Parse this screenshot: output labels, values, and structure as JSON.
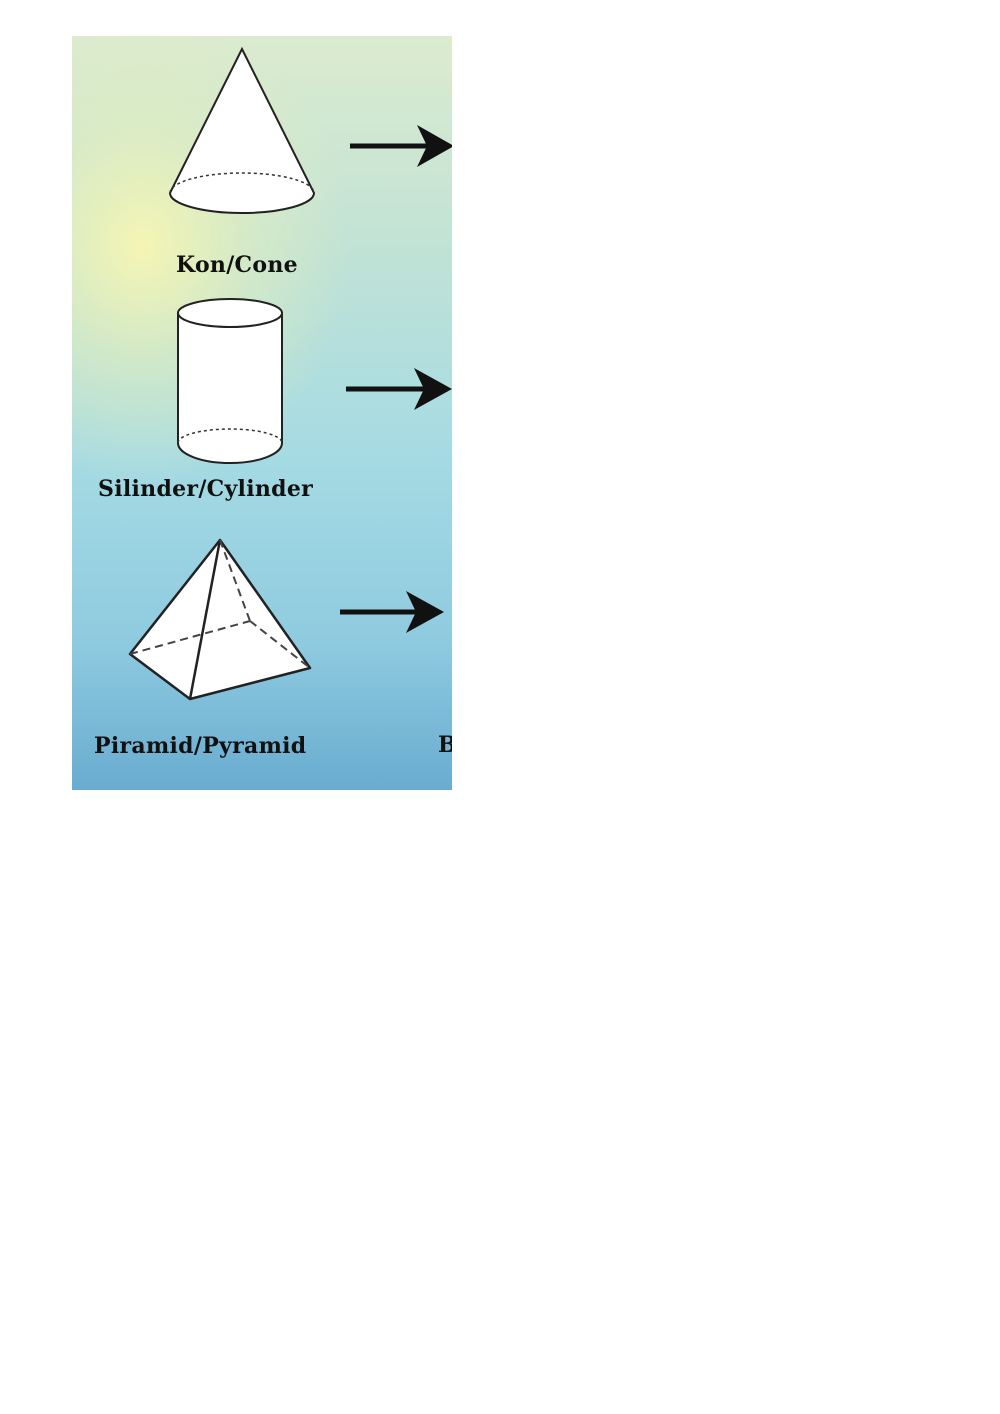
{
  "shapes": [
    {
      "id": "cone",
      "label": "Kon/Cone",
      "icon": "cone-icon"
    },
    {
      "id": "cylinder",
      "label": "Silinder/Cylinder",
      "icon": "cylinder-icon"
    },
    {
      "id": "pyramid",
      "label": "Piramid/Pyramid",
      "icon": "pyramid-icon"
    }
  ],
  "cut_off_text": "B",
  "colors": {
    "gradient_top": "#dcebcf",
    "gradient_glow": "#f7f6b2",
    "gradient_bottom": "#69acd0",
    "ink": "#111111"
  }
}
